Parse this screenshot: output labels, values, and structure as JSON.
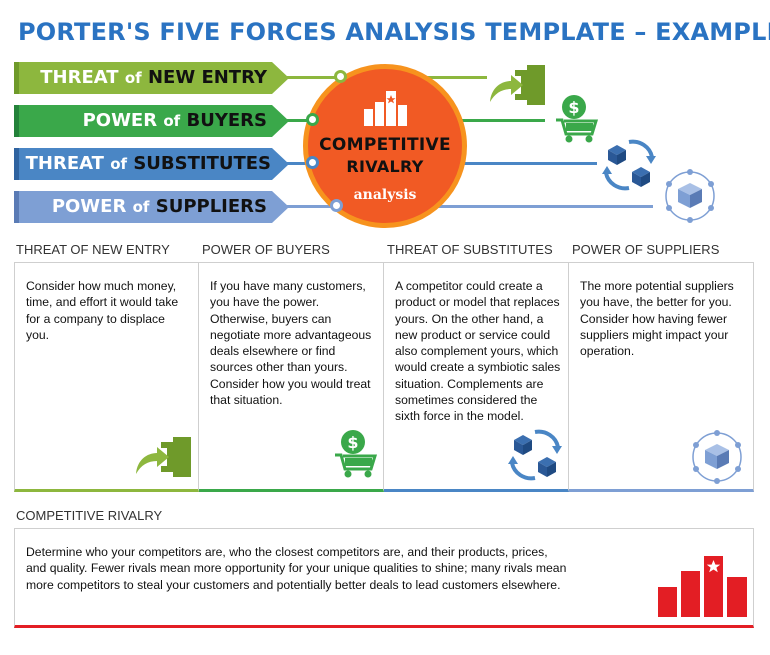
{
  "title": "PORTER'S FIVE FORCES ANALYSIS TEMPLATE  –  EXAMPLE",
  "banners": [
    {
      "pre": "THREAT",
      "of": "of",
      "key": "NEW ENTRY",
      "color": "#8db73e"
    },
    {
      "pre": "POWER",
      "of": "of",
      "key": "BUYERS",
      "color": "#3aa84a"
    },
    {
      "pre": "THREAT",
      "of": "of",
      "key": "SUBSTITUTES",
      "color": "#4a86c5"
    },
    {
      "pre": "POWER",
      "of": "of",
      "key": "SUPPLIERS",
      "color": "#7e9fd4"
    }
  ],
  "center": {
    "line1": "COMPETITIVE",
    "line2": "RIVALRY",
    "sub": "analysis",
    "color": "#f15a24",
    "ring": "#f7931e"
  },
  "columns": [
    {
      "heading": "THREAT OF NEW ENTRY",
      "text": "Consider how much money, time, and effort it would take for a company to displace you.",
      "color": "#8db73e"
    },
    {
      "heading": "POWER OF BUYERS",
      "text": "If you have many customers, you have the power. Otherwise, buyers can negotiate more advantageous deals elsewhere or find sources other than yours. Consider how you would treat that situation.",
      "color": "#3aa84a"
    },
    {
      "heading": "THREAT OF SUBSTITUTES",
      "text": "A competitor could create a product or model that replaces yours. On the other hand, a new product or service could also complement yours, which would create a symbiotic sales situation. Complements are sometimes considered the sixth force in the model.",
      "color": "#4a86c5"
    },
    {
      "heading": "POWER OF SUPPLIERS",
      "text": "The more potential suppliers you have, the better for you. Consider how having fewer suppliers might impact your operation.",
      "color": "#7e9fd4"
    }
  ],
  "rivalry": {
    "heading": "COMPETITIVE RIVALRY",
    "text": "Determine who your competitors are, who the closest competitors are, and their products, prices, and quality. Fewer rivals mean more opportunity for your unique qualities to shine; many rivals mean more competitors to steal your customers and potentially better deals to lead customers elsewhere.",
    "color": "#e31e24"
  },
  "icons": {
    "new_entry": "enter-arrow-icon",
    "buyers": "dollar-cart-icon",
    "substitutes": "swap-cubes-icon",
    "suppliers": "network-cube-icon",
    "rivalry": "bar-chart-star-icon"
  }
}
